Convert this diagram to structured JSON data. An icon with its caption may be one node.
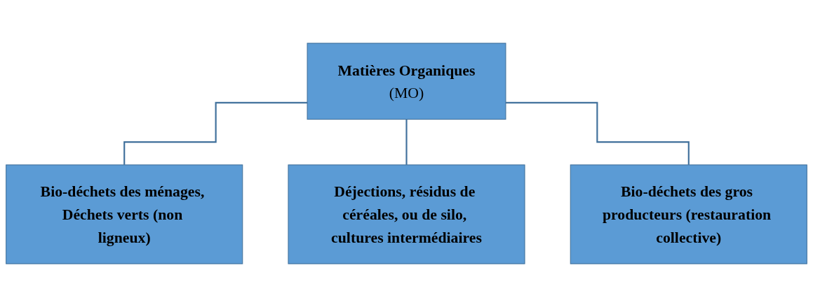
{
  "diagram": {
    "nodes": [
      {
        "text": [
          "Matières Organiques",
          "(MO)"
        ]
      },
      {
        "text": [
          "Bio-déchets des ménages, Déchets verts (non ligneux)"
        ]
      },
      {
        "text": [
          "Déjections, résidus de céréales, ou de silo, cultures intermédiaires"
        ]
      },
      {
        "text": [
          "Bio-déchets des gros producteurs (restauration collective)"
        ]
      }
    ],
    "edges": [
      {
        "from": 0,
        "to": 1,
        "arrow": "none"
      },
      {
        "from": 0,
        "to": 2,
        "arrow": "none"
      },
      {
        "from": 0,
        "to": 3,
        "arrow": "none"
      }
    ]
  }
}
